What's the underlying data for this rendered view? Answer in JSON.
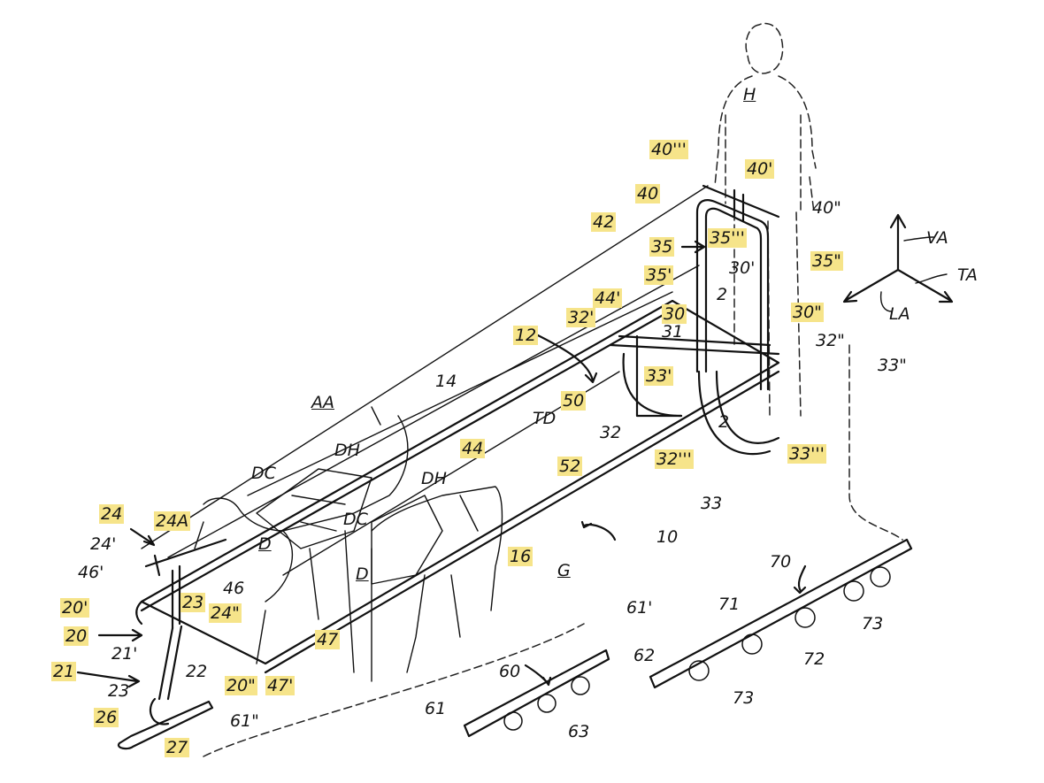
{
  "labels": {
    "H": "H",
    "VA": "VA",
    "TA": "TA",
    "LA": "LA",
    "AA": "AA",
    "G": "G",
    "n40ppp": "40'''",
    "n40p": "40'",
    "n40": "40",
    "n40pp": "40\"",
    "n42": "42",
    "n35": "35",
    "n35ppp": "35'''",
    "n35p": "35'",
    "n35pp": "35\"",
    "n30p": "30'",
    "n44p": "44'",
    "n2a": "2",
    "n30": "30",
    "n30pp": "30\"",
    "n32p": "32'",
    "n31": "31",
    "n32pp": "32\"",
    "n12": "12",
    "n33pp": "33\"",
    "n33p": "33'",
    "n14": "14",
    "n50": "50",
    "TD": "TD",
    "n2b": "2",
    "n32": "32",
    "n33ppp": "33'''",
    "n32ppp": "32'''",
    "n44": "44",
    "n52": "52",
    "DH1": "DH",
    "DC1": "DC",
    "DH2": "DH",
    "n33": "33",
    "DC2": "DC",
    "n24": "24",
    "n24A": "24A",
    "n10": "10",
    "n24p": "24'",
    "D1": "D",
    "n16": "16",
    "n46p": "46'",
    "n46": "46",
    "D2": "D",
    "n70": "70",
    "n23a": "23",
    "n24pp": "24\"",
    "n20p": "20'",
    "n71": "71",
    "n61p": "61'",
    "n20": "20",
    "n47": "47",
    "n73a": "73",
    "n62": "62",
    "n72": "72",
    "n21p": "21'",
    "n22": "22",
    "n60": "60",
    "n21": "21",
    "n20pp": "20\"",
    "n47p": "47'",
    "n23b": "23",
    "n73b": "73",
    "n26": "26",
    "n61pp": "61\"",
    "n61": "61",
    "n63": "63",
    "n27": "27"
  },
  "highlight_color": "#f6e48a"
}
